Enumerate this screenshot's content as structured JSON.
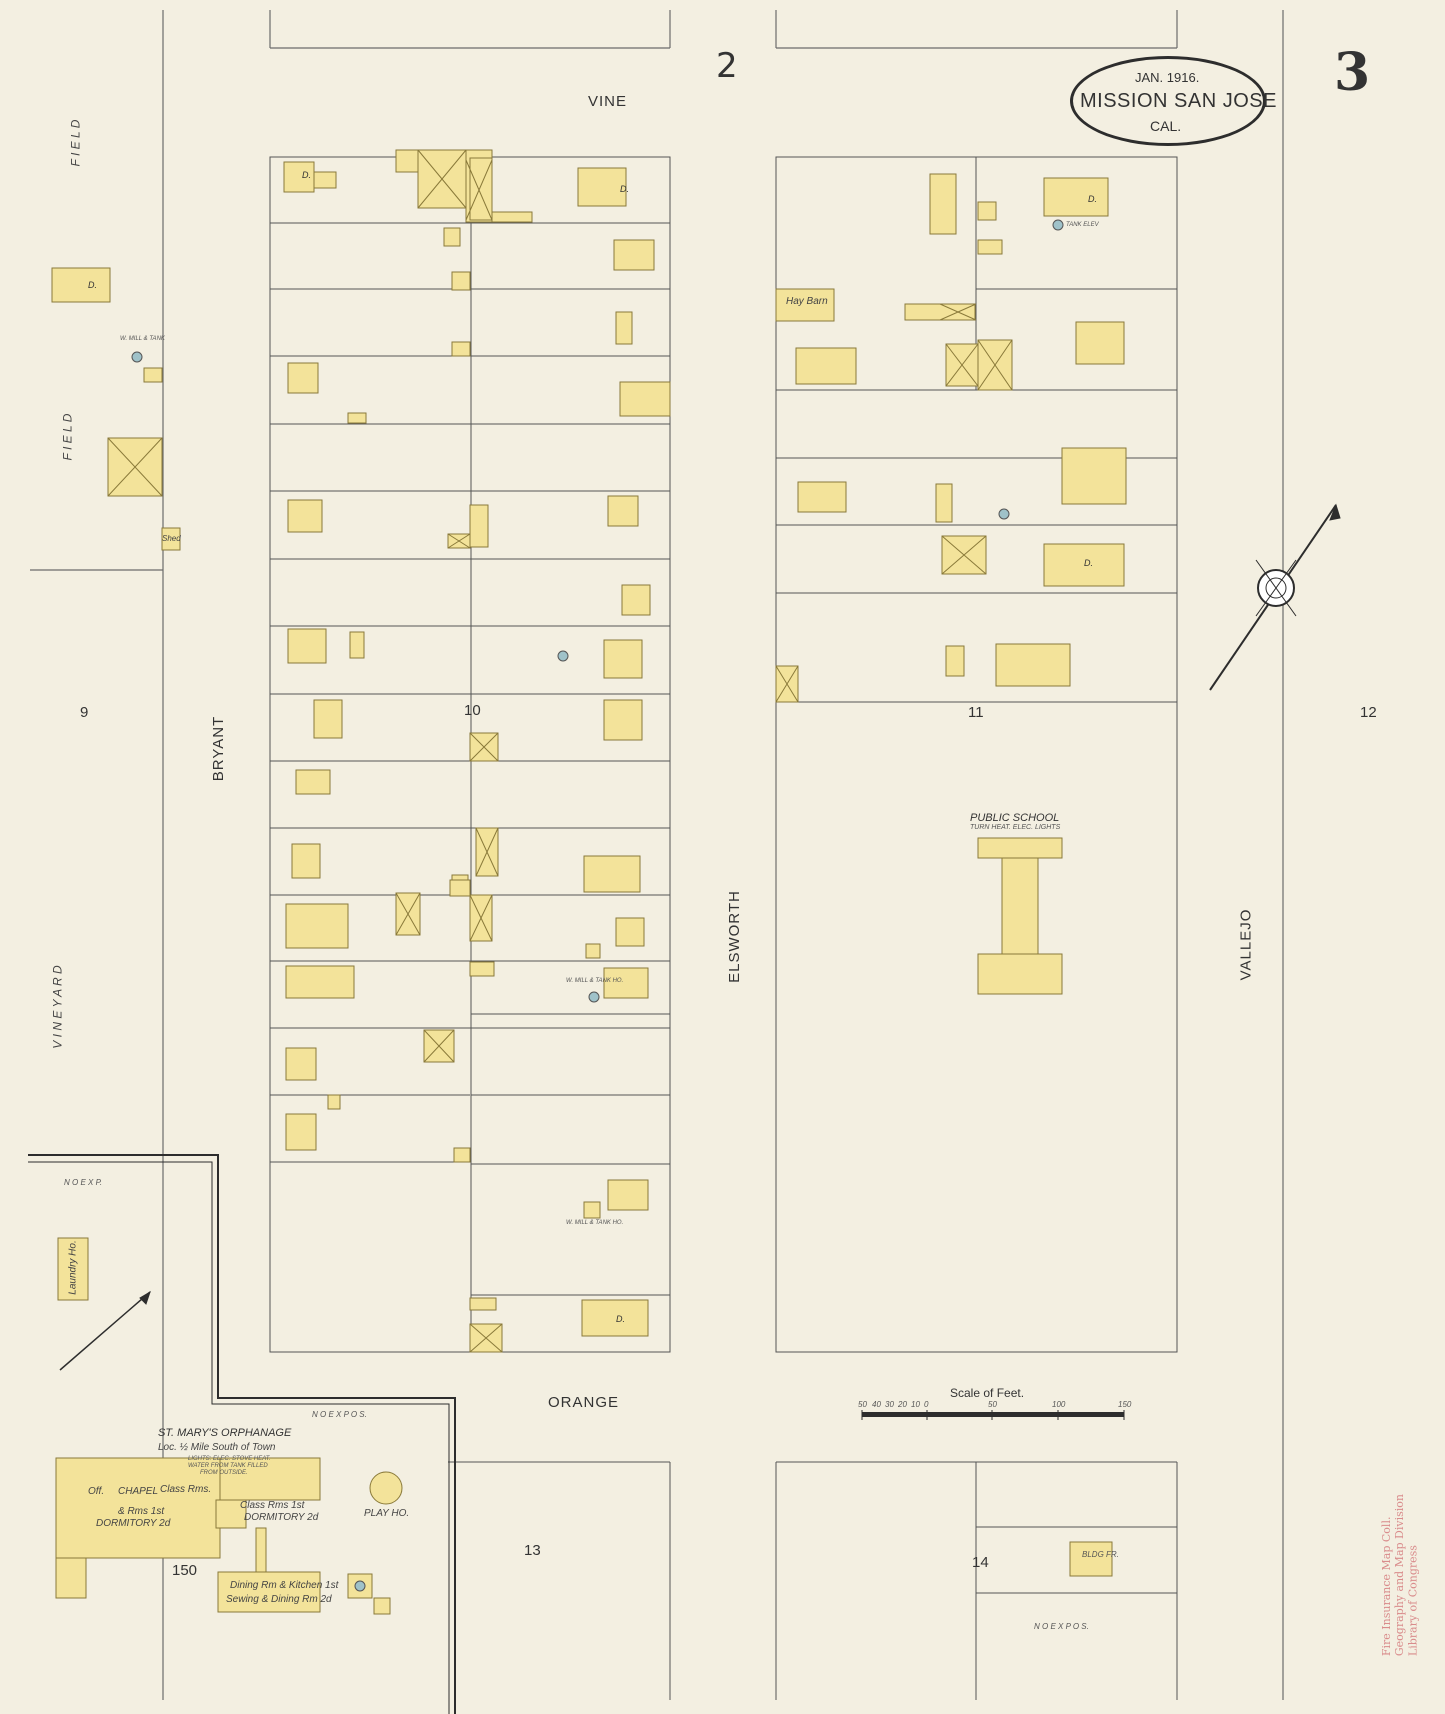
{
  "header": {
    "sheet_prev": "2",
    "sheet_number": "3",
    "date": "JAN. 1916.",
    "town": "MISSION SAN JOSE",
    "state": "CAL."
  },
  "streets": {
    "vine": "VINE",
    "orange": "ORANGE",
    "bryant": "BRYANT",
    "elsworth": "ELSWORTH",
    "vallejo": "VALLEJO",
    "vineyard": "V I N E Y A R D",
    "field_top": "F I E L D",
    "field_side": "F I E L D"
  },
  "blocks": {
    "b9": "9",
    "b10": "10",
    "b11": "11",
    "b12": "12",
    "b13": "13",
    "b14": "14",
    "b150": "150"
  },
  "labels": {
    "public_school": "PUBLIC SCHOOL",
    "public_school_note": "TURN HEAT. ELEC. LIGHTS",
    "orphanage_title": "ST. MARY'S ORPHANAGE",
    "orphanage_loc": "Loc. ½ Mile South of Town",
    "orphanage_note1": "LIGHTS: ELEC. STOVE HEAT.",
    "orphanage_note2": "WATER FROM TANK FILLED",
    "orphanage_note3": "FROM OUTSIDE.",
    "chapel": "CHAPEL",
    "class_rms": "Class Rms.",
    "class_rms_2": "Class Rms 1st",
    "dormitory_2": "DORMITORY 2d",
    "dormitory_2nd": "DORMITORY 2d",
    "xrms": "& Rms 1st",
    "off": "Off.",
    "dining": "Dining Rm & Kitchen 1st",
    "sewing": "Sewing & Dining Rm 2d",
    "play_ho": "PLAY HO.",
    "hay_barn": "Hay Barn",
    "laundry": "Laundry Ho.",
    "shed": "Shed",
    "bldg_fr": "BLDG FR.",
    "tank_elev": "TANK ELEV",
    "windmill_tank": "W. MILL & TANK",
    "w_mill_tank_ho": "W. MILL & TANK HO.",
    "w_mill_tank_ho2": "W. MILL & TANK HO.",
    "no_exp": "N O  E X P.",
    "no_expos": "N O  E X P O S.",
    "scale_title": "Scale of Feet.",
    "scale_ticks": [
      "50",
      "40",
      "30",
      "20",
      "10",
      "0",
      "50",
      "100",
      "150"
    ],
    "dwelling": "D.",
    "stamp_lines": [
      "Fire Insurance Map Coll.",
      "Geography and Map Division",
      "Library of Congress"
    ]
  },
  "colors": {
    "paper": "#f3efe1",
    "building": "#f3e39a",
    "building_edge": "#8a7a3a",
    "line": "#555555",
    "border": "#2d2d2d",
    "stamp": "#d98c8c"
  }
}
